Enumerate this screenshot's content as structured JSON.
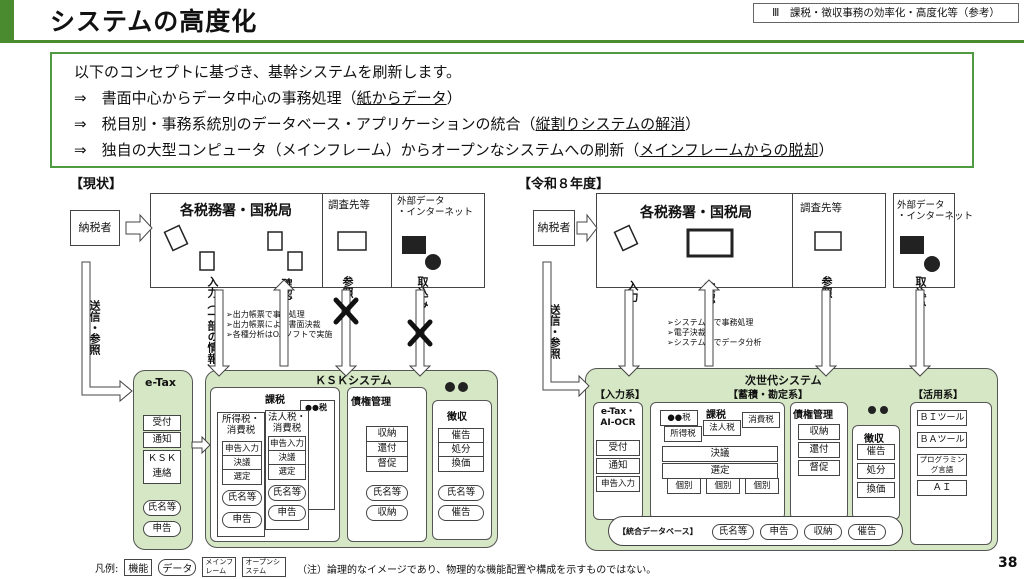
{
  "header": {
    "title": "システムの高度化",
    "section": "Ⅲ　課税・徴収事務の効率化・高度化等（参考）",
    "page": "38"
  },
  "concept": {
    "intro": "以下のコンセプトに基づき、基幹システムを刷新します。",
    "arrow": "⇒",
    "items": [
      {
        "text": "書面中心からデータ中心の事務処理（",
        "u": "紙からデータ",
        "end": "）"
      },
      {
        "text": "税目別・事務系統別のデータベース・アプリケーションの統合（",
        "u": "縦割りシステムの解消",
        "end": "）"
      },
      {
        "text": "独自の大型コンピュータ（メインフレーム）からオープンなシステムへの刷新（",
        "u": "メインフレームからの脱却",
        "end": "）"
      }
    ]
  },
  "current": {
    "label": "【現状】",
    "taxpayer": "納税者",
    "offices": "各税務署・国税局",
    "survey": "調査先等",
    "external": "外部データ\n・インターネット",
    "input": "入力（一部の情報）",
    "confirm": "確認",
    "refer": "参照",
    "import": "取込み",
    "send": "送信・参照",
    "notes": [
      "➢出力帳票で事務処理",
      "➢出力帳票による書面決裁",
      "➢各種分析はOAソフトで実施"
    ],
    "etax": "e-Tax",
    "etax_items": [
      "受付",
      "通知",
      "ＫＳＫ連絡"
    ],
    "etax_db": [
      "氏名等",
      "申告"
    ],
    "ksk": "ＫＳＫシステム",
    "kazei": "課税",
    "income": "所得税・消費税",
    "corp": "法人税・消費税",
    "tax_dot": "●●税",
    "proc_income": [
      "申告入力",
      "決議",
      "選定"
    ],
    "proc_corp": [
      "申告入力",
      "決議",
      "選定"
    ],
    "db_ind": [
      "氏名等",
      "申告"
    ],
    "saiken": "債権管理",
    "saiken_items": [
      "収納",
      "還付",
      "督促"
    ],
    "saiken_db": [
      "氏名等",
      "収納"
    ],
    "choshu": "徴収",
    "choshu_items": [
      "催告",
      "処分",
      "換価"
    ],
    "choshu_db": [
      "氏名等",
      "催告"
    ]
  },
  "future": {
    "label": "【令和８年度】",
    "taxpayer": "納税者",
    "offices": "各税務署・国税局",
    "survey": "調査先等",
    "external": "外部データ\n・インターネット",
    "input": "入力",
    "confirm": "確認",
    "refer": "参照",
    "import": "取込み",
    "send": "送信・参照",
    "notes": [
      "➢システム上で事務処理",
      "➢電子決裁",
      "➢システム上でデータ分析"
    ],
    "next": "次世代システム",
    "input_sys": "【入力系】",
    "store_sys": "【蓄積・勘定系】",
    "use_sys": "【活用系】",
    "etax": "e-Tax・AI-OCR",
    "etax_items": [
      "受付",
      "通知",
      "申告入力"
    ],
    "kazei": "課税",
    "tax_dot": "●●税",
    "income": "所得税",
    "corp": "法人税",
    "consume": "消費税",
    "decide": "決議",
    "select": "選定",
    "indiv": [
      "個別",
      "個別",
      "個別"
    ],
    "saiken": "債権管理",
    "saiken_items": [
      "収納",
      "還付",
      "督促"
    ],
    "choshu": "徴収",
    "choshu_items": [
      "催告",
      "処分",
      "換価"
    ],
    "use_items": [
      "ＢＩツール",
      "ＢＡツール",
      "プログラミング言語",
      "ＡＩ"
    ],
    "db": "【統合データベース】",
    "db_items": [
      "氏名等",
      "申告",
      "収納",
      "催告"
    ]
  },
  "legend": {
    "label": "凡例:",
    "items": [
      "機能",
      "データ",
      "メインフレーム",
      "オープンシステム"
    ],
    "note": "（注）論理的なイメージであり、物理的な機能配置や構成を示すものではない。"
  },
  "colors": {
    "accent": "#4b8b2f",
    "green_fill": "#d5e7c4",
    "border": "#4f9b42"
  }
}
